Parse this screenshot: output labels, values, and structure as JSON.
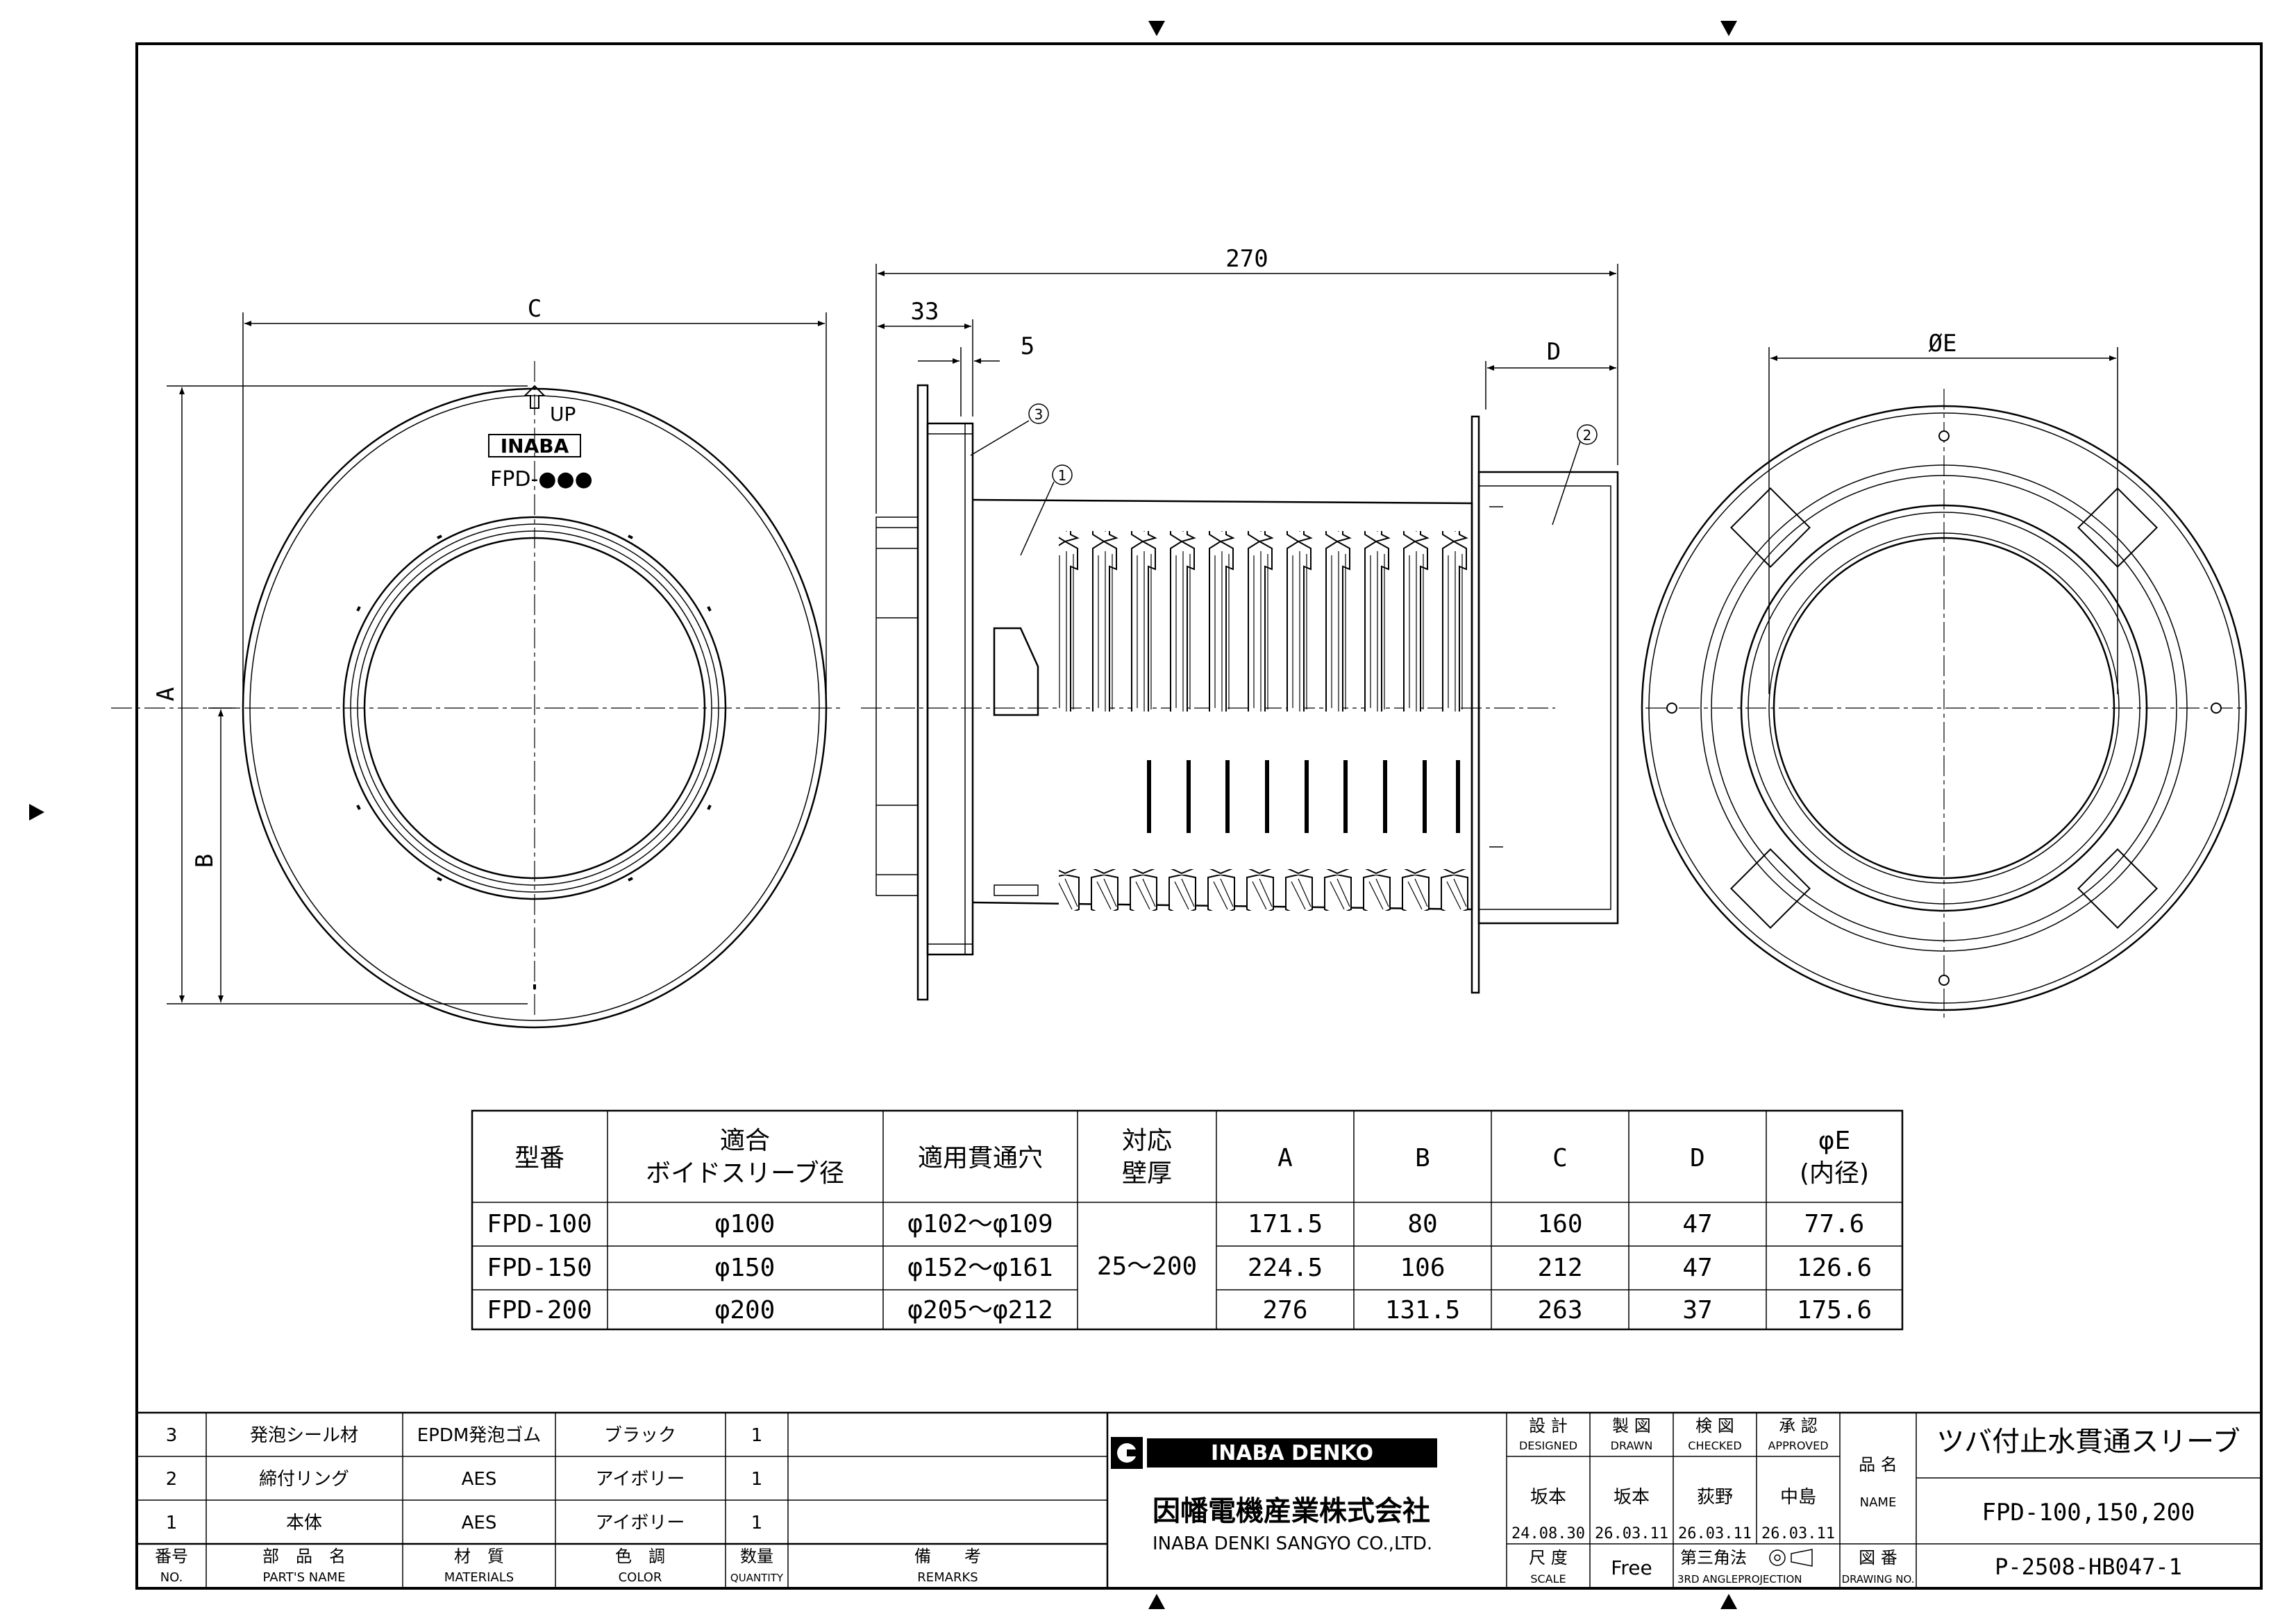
{
  "views": {
    "front": {
      "label_up": "UP",
      "logo": "INABA",
      "model_mark": "FPD-●●●",
      "dim_c": "C",
      "dim_a": "A",
      "dim_b": "B"
    },
    "side": {
      "dim_270": "270",
      "dim_33": "33",
      "dim_5": "5",
      "dim_d": "D",
      "balloon_1": "1",
      "balloon_2": "2",
      "balloon_3": "3"
    },
    "rear": {
      "dim_e": "ØE"
    }
  },
  "spec_table": {
    "headers": [
      "型番",
      "適合\nボイドスリーブ径",
      "適用貫通穴",
      "対応\n壁厚",
      "A",
      "B",
      "C",
      "D",
      "φE\n(内径)"
    ],
    "shared_wall_thickness": "25～200",
    "rows": [
      {
        "model": "FPD-100",
        "sleeve": "φ100",
        "hole": "φ102～φ109",
        "a": "171.5",
        "b": "80",
        "c": "160",
        "d": "47",
        "e": "77.6"
      },
      {
        "model": "FPD-150",
        "sleeve": "φ150",
        "hole": "φ152～φ161",
        "a": "224.5",
        "b": "106",
        "c": "212",
        "d": "47",
        "e": "126.6"
      },
      {
        "model": "FPD-200",
        "sleeve": "φ200",
        "hole": "φ205～φ212",
        "a": "276",
        "b": "131.5",
        "c": "263",
        "d": "37",
        "e": "175.6"
      }
    ]
  },
  "parts_list": {
    "rows": [
      {
        "no": "3",
        "name": "発泡シール材",
        "material": "EPDM発泡ゴム",
        "color": "ブラック",
        "qty": "1",
        "remarks": ""
      },
      {
        "no": "2",
        "name": "締付リング",
        "material": "AES",
        "color": "アイボリー",
        "qty": "1",
        "remarks": ""
      },
      {
        "no": "1",
        "name": "本体",
        "material": "AES",
        "color": "アイボリー",
        "qty": "1",
        "remarks": ""
      }
    ],
    "header": {
      "no_jp": "番号",
      "no_en": "NO.",
      "name_jp": "部　品　名",
      "name_en": "PART'S NAME",
      "material_jp": "材　質",
      "material_en": "MATERIALS",
      "color_jp": "色　調",
      "color_en": "COLOR",
      "qty_jp": "数量",
      "qty_en": "QUANTITY",
      "remarks_jp": "備　　考",
      "remarks_en": "REMARKS"
    }
  },
  "title_block": {
    "company_logo": "INABA DENKO",
    "company_jp": "因幡電機産業株式会社",
    "company_en": "INABA DENKI SANGYO CO.,LTD.",
    "designed_jp": "設 計",
    "designed_en": "DESIGNED",
    "designed_name": "坂本",
    "designed_date": "24.08.30",
    "drawn_jp": "製 図",
    "drawn_en": "DRAWN",
    "drawn_name": "坂本",
    "drawn_date": "26.03.11",
    "checked_jp": "検 図",
    "checked_en": "CHECKED",
    "checked_name": "荻野",
    "checked_date": "26.03.11",
    "approved_jp": "承 認",
    "approved_en": "APPROVED",
    "approved_name": "中島",
    "approved_date": "26.03.11",
    "name_label_jp": "品 名",
    "name_label_en": "NAME",
    "product_name": "ツバ付止水貫通スリーブ",
    "product_models": "FPD-100,150,200",
    "scale_jp": "尺 度",
    "scale_en": "SCALE",
    "scale_value": "Free",
    "projection_jp": "第三角法",
    "projection_en": "3RD ANGLEPROJECTION",
    "drawing_no_jp": "図 番",
    "drawing_no_en": "DRAWING NO.",
    "drawing_no": "P-2508-HB047-1"
  }
}
